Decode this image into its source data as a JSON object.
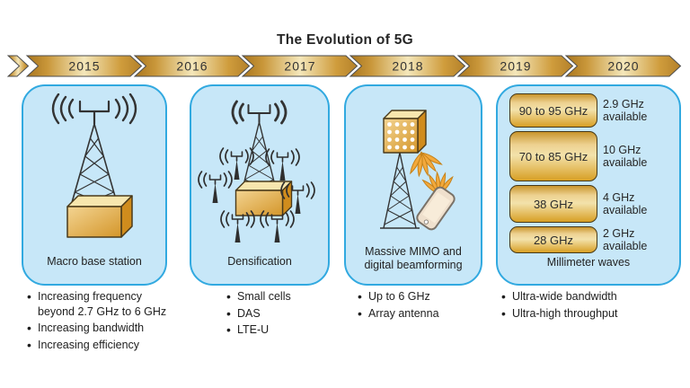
{
  "title": "The Evolution of 5G",
  "timeline": {
    "years": [
      "2015",
      "2016",
      "2017",
      "2018",
      "2019",
      "2020"
    ]
  },
  "panels": [
    {
      "icon": "macro-base-station-icon",
      "caption": "Macro base station",
      "bullets": [
        "Increasing frequency beyond 2.7 GHz to 6 GHz",
        "Increasing bandwidth",
        "Increasing efficiency"
      ]
    },
    {
      "icon": "densification-icon",
      "caption": "Densification",
      "bullets": [
        "Small cells",
        "DAS",
        "LTE-U"
      ]
    },
    {
      "icon": "massive-mimo-beamforming-icon",
      "caption": "Massive MIMO and digital beamforming",
      "bullets": [
        "Up to 6 GHz",
        "Array antenna"
      ]
    },
    {
      "icon": "millimeter-waves-icon",
      "caption": "Millimeter waves",
      "bands": [
        {
          "range": "90 to 95 GHz",
          "available": "2.9 GHz available"
        },
        {
          "range": "70 to 85 GHz",
          "available": "10 GHz available"
        },
        {
          "range": "38 GHz",
          "available": "4 GHz available"
        },
        {
          "range": "28 GHz",
          "available": "2 GHz available"
        }
      ],
      "bullets": [
        "Ultra-wide bandwidth",
        "Ultra-high throughput"
      ]
    }
  ],
  "colors": {
    "panel_fill": "#c7e7f8",
    "panel_border": "#31a9e0",
    "arrow_gold_dark": "#b07b24",
    "arrow_gold_light": "#f4e7ba",
    "band_gold_dark": "#d89f24",
    "band_gold_light": "#f3e2ab",
    "beam_orange": "#f3a93c",
    "outline_dark": "#333333"
  }
}
